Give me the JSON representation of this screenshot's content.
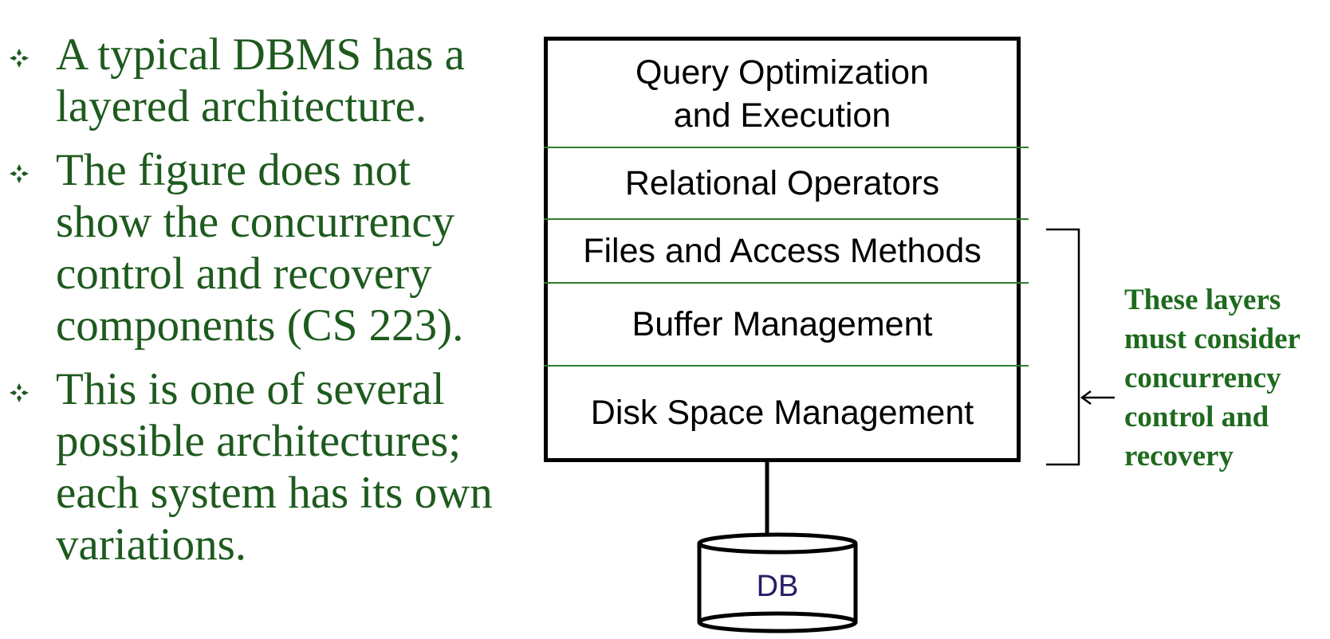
{
  "bullets": [
    {
      "icon": "diamond-bullet-icon",
      "text": "A typical DBMS has a layered architecture."
    },
    {
      "icon": "diamond-bullet-icon",
      "text": "The figure does not show the concurrency control and recovery components (CS 223)."
    },
    {
      "icon": "diamond-bullet-icon",
      "text": "This is one of several possible architectures; each system has its own variations."
    }
  ],
  "bullet_lines": [
    [
      "A typical DBMS has a",
      "layered architecture."
    ],
    [
      "The figure does not",
      "show the concurrency",
      "control and recovery",
      "components (CS 223)."
    ],
    [
      "This is one of several",
      "possible architectures;",
      "each system has its own",
      "variations."
    ]
  ],
  "layers": [
    {
      "label": "Query Optimization\nand Execution"
    },
    {
      "label": "Relational Operators"
    },
    {
      "label": "Files and Access Methods"
    },
    {
      "label": "Buffer Management"
    },
    {
      "label": "Disk Space Management"
    }
  ],
  "note": "These layers\nmust consider\nconcurrency\ncontrol and\nrecovery",
  "database": {
    "label": "DB"
  },
  "colors": {
    "bullet_text": "#1e5a1e",
    "note_text": "#1e6a1e",
    "divider": "#2e7d2e",
    "db_label": "#2a1a66",
    "stack_border": "#000000"
  }
}
